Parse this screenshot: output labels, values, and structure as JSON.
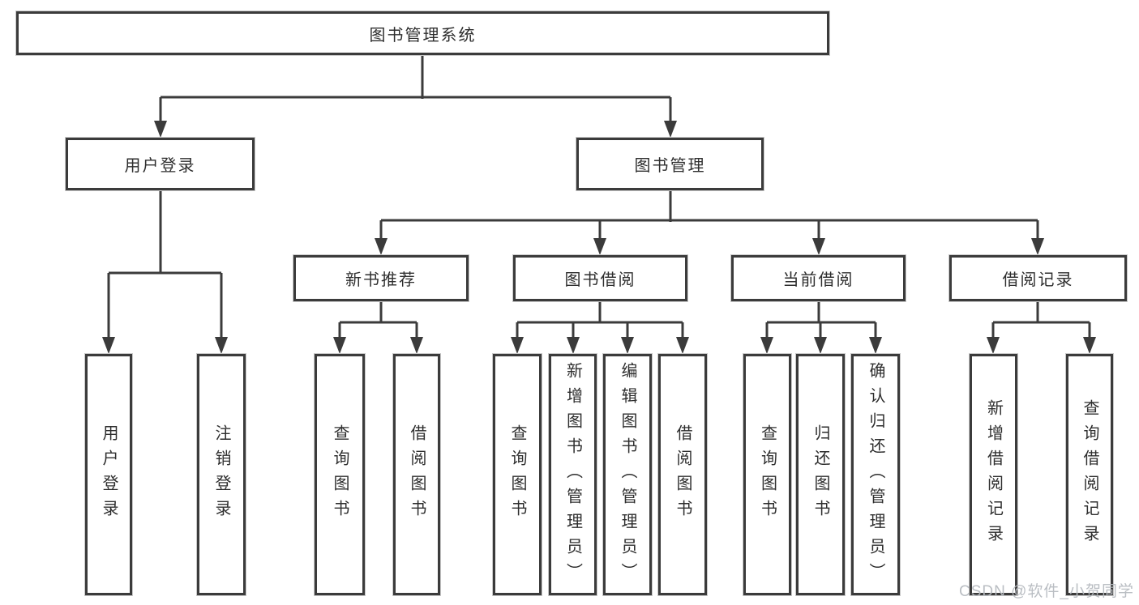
{
  "diagram": {
    "root": "图书管理系统",
    "level2": [
      "用户登录",
      "图书管理"
    ],
    "level3": [
      "新书推荐",
      "图书借阅",
      "当前借阅",
      "借阅记录"
    ],
    "leaves": {
      "user_login": [
        "用户登录",
        "注销登录"
      ],
      "new_book_rec": [
        "查询图书",
        "借阅图书"
      ],
      "book_borrow": [
        "查询图书",
        "新增图书（管理员）",
        "编辑图书（管理员）",
        "借阅图书"
      ],
      "current_borrow": [
        "查询图书",
        "归还图书",
        "确认归还（管理员）"
      ],
      "borrow_records": [
        "新增借阅记录",
        "查询借阅记录"
      ]
    }
  },
  "watermark": "CSDN @软件_小贺同学",
  "colors": {
    "line": "#3b3b3b",
    "box_border": "#3b3b3b",
    "text": "#2e2e2e",
    "background": "#ffffff",
    "watermark": "#b6bac0"
  }
}
